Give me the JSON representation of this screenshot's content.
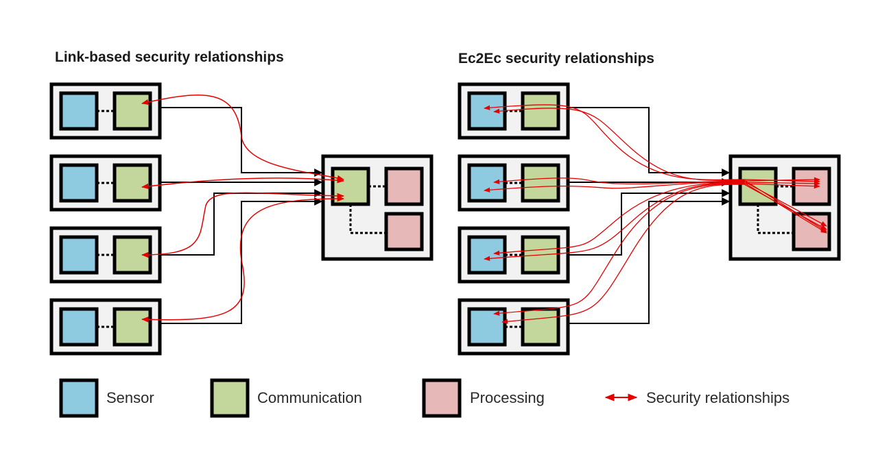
{
  "colors": {
    "sensor": "#8ecae0",
    "communication": "#c3d69b",
    "processing": "#e6b9b8",
    "container": "#f2f2f2",
    "border": "#000000",
    "security": "#e60000"
  },
  "panels": [
    {
      "id": "link-based",
      "title": "Link-based security relationships",
      "edge_devices": [
        {
          "units": [
            "sensor",
            "communication"
          ]
        },
        {
          "units": [
            "sensor",
            "communication"
          ]
        },
        {
          "units": [
            "sensor",
            "communication"
          ]
        },
        {
          "units": [
            "sensor",
            "communication"
          ]
        }
      ],
      "hub": {
        "units": [
          "communication",
          "processing",
          "processing"
        ]
      },
      "security_relationships": "communication-to-hub-communication"
    },
    {
      "id": "ec2ec",
      "title": "Ec2Ec security relationships",
      "edge_devices": [
        {
          "units": [
            "sensor",
            "communication"
          ]
        },
        {
          "units": [
            "sensor",
            "communication"
          ]
        },
        {
          "units": [
            "sensor",
            "communication"
          ]
        },
        {
          "units": [
            "sensor",
            "communication"
          ]
        }
      ],
      "hub": {
        "units": [
          "communication",
          "processing",
          "processing"
        ]
      },
      "security_relationships": "sensor-to-hub-processing"
    }
  ],
  "legend": [
    {
      "key": "sensor",
      "label": "Sensor",
      "icon": "blue-square-icon"
    },
    {
      "key": "communication",
      "label": "Communication",
      "icon": "green-square-icon"
    },
    {
      "key": "processing",
      "label": "Processing",
      "icon": "pink-square-icon"
    },
    {
      "key": "security",
      "label": "Security relationships",
      "icon": "double-arrow-icon"
    }
  ]
}
